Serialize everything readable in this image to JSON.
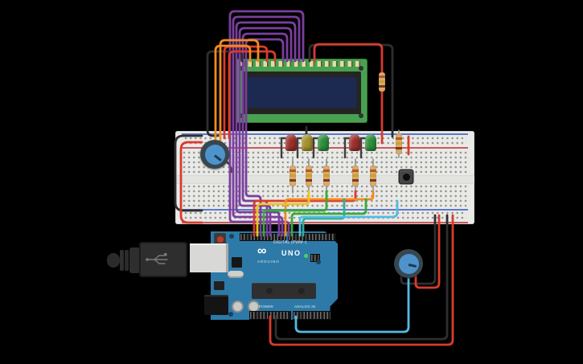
{
  "app": {
    "background": "#000000",
    "tool": "circuit-design-canvas"
  },
  "wire_colors": {
    "purple": "#7a3f9d",
    "orange": "#f28c1e",
    "red": "#d93b2d",
    "black": "#2e2e2e",
    "yellow": "#edc51d",
    "green": "#3aa93a",
    "cyan": "#53bbe4",
    "teal": "#2fae9b",
    "lead_gray": "#8f8f8f",
    "lead_dark": "#3f3f3f"
  },
  "breadboard": {
    "body": "#e9e9e7",
    "hole": "#96968e",
    "rail_red": "#c95b5b",
    "rail_blue": "#5b79c9"
  },
  "lcd": {
    "name": "16x2 character LCD",
    "board": "#48a14f",
    "bezel": "#242424",
    "screen": "#1c2a52",
    "pin_count": "16"
  },
  "arduino": {
    "board": "#2d7aa8",
    "title": "UNO",
    "brand": "ARDUINO",
    "logo": "∞",
    "digital_label": "DIGITAL (PWM~)",
    "power_label": "POWER",
    "analog_label": "ANALOG IN",
    "header": "#161616",
    "chip": "#2f2f2f",
    "usb": "#d8d8d6",
    "jack": "#141414",
    "reset_button": "#c0392b",
    "power_led": "#4cd05a"
  },
  "usb_cable": {
    "body": "#2b2b2b",
    "plug": "#2e2e2e",
    "symbol": "#7a7a7a"
  },
  "leds": [
    {
      "color_name": "red",
      "body": "#9c2f2b"
    },
    {
      "color_name": "yellow",
      "body": "#a3912c"
    },
    {
      "color_name": "green",
      "body": "#2c8f3c"
    },
    {
      "color_name": "red",
      "body": "#9c2f2b"
    },
    {
      "color_name": "green",
      "body": "#2c8f3c"
    }
  ],
  "resistor": {
    "body": "#d9a96e",
    "band1": "#b35b24",
    "band2": "#caa22c",
    "band3": "#7a3c1a"
  },
  "button": {
    "body": "#454545",
    "cap": "#0d0d0d"
  },
  "potentiometer": {
    "ring": "#37474f",
    "knob": "#4e93cc"
  }
}
